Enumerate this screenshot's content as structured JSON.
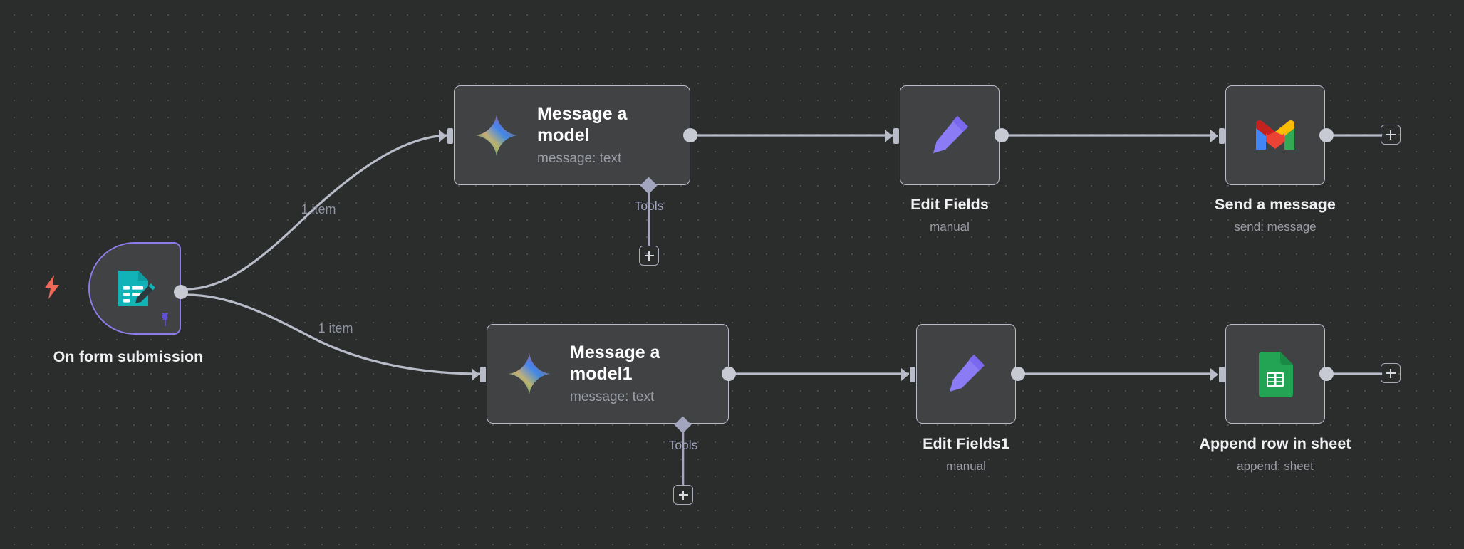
{
  "canvas": {
    "background_color": "#2b2c2c",
    "dot_color": "#4b4c4c",
    "connector_color": "#b8bcc8",
    "tools_accent": "#a3a5be"
  },
  "nodes": [
    {
      "id": "on-form-submission",
      "name": "On form submission",
      "subtitle": "",
      "type": "trigger",
      "icon": "form-edit-icon",
      "accent": "#8b7ce8",
      "badges": [
        "lightning-bolt-icon",
        "pin-icon"
      ]
    },
    {
      "id": "message-a-model",
      "name": "Message a model",
      "subtitle": "message: text",
      "type": "ai-agent",
      "icon": "gemini-sparkle-icon",
      "sub_connector": "Tools"
    },
    {
      "id": "edit-fields",
      "name": "Edit Fields",
      "subtitle": "manual",
      "type": "set",
      "icon": "pencil-icon",
      "accent": "#8b7cf6"
    },
    {
      "id": "send-a-message",
      "name": "Send a message",
      "subtitle": "send: message",
      "type": "gmail",
      "icon": "gmail-icon"
    },
    {
      "id": "message-a-model1",
      "name": "Message a model1",
      "subtitle": "message: text",
      "type": "ai-agent",
      "icon": "gemini-sparkle-icon",
      "sub_connector": "Tools"
    },
    {
      "id": "edit-fields1",
      "name": "Edit Fields1",
      "subtitle": "manual",
      "type": "set",
      "icon": "pencil-icon",
      "accent": "#8b7cf6"
    },
    {
      "id": "append-row-in-sheet",
      "name": "Append row in sheet",
      "subtitle": "append: sheet",
      "type": "google-sheets",
      "icon": "google-sheets-icon"
    }
  ],
  "edges": [
    {
      "from": "on-form-submission",
      "to": "message-a-model",
      "label": "1 item"
    },
    {
      "from": "on-form-submission",
      "to": "message-a-model1",
      "label": "1 item"
    },
    {
      "from": "message-a-model",
      "to": "edit-fields",
      "label": ""
    },
    {
      "from": "edit-fields",
      "to": "send-a-message",
      "label": ""
    },
    {
      "from": "message-a-model1",
      "to": "edit-fields1",
      "label": ""
    },
    {
      "from": "edit-fields1",
      "to": "append-row-in-sheet",
      "label": ""
    }
  ],
  "sub_connectors": [
    {
      "parent": "message-a-model",
      "label": "Tools",
      "add_button": "+"
    },
    {
      "parent": "message-a-model1",
      "label": "Tools",
      "add_button": "+"
    }
  ],
  "add_buttons": [
    {
      "after": "send-a-message",
      "label": "+"
    },
    {
      "after": "append-row-in-sheet",
      "label": "+"
    }
  ]
}
